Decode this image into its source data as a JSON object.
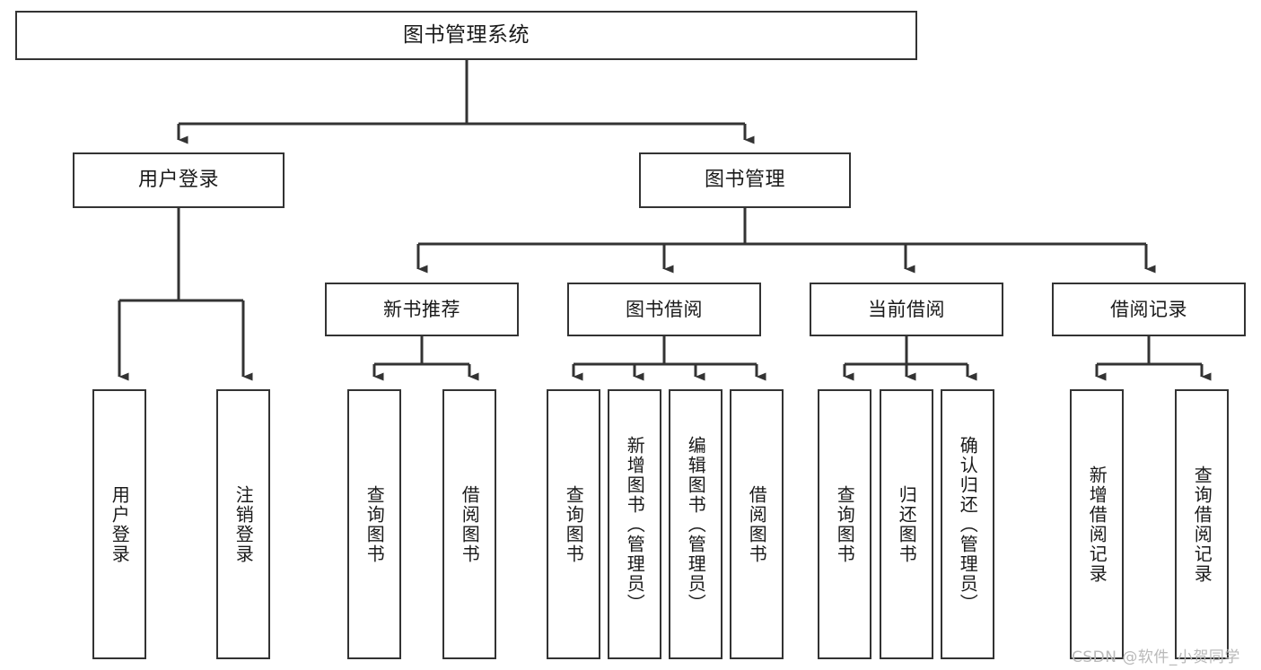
{
  "diagram": {
    "title": "图书管理系统",
    "type": "tree-hierarchy",
    "root": {
      "label": "图书管理系统"
    },
    "level2": [
      {
        "label": "用户登录"
      },
      {
        "label": "图书管理"
      }
    ],
    "level3": [
      {
        "label": "新书推荐"
      },
      {
        "label": "图书借阅"
      },
      {
        "label": "当前借阅"
      },
      {
        "label": "借阅记录"
      }
    ],
    "leaves": {
      "user_login": [
        {
          "label": "用户登录"
        },
        {
          "label": "注销登录"
        }
      ],
      "new_book_recommend": [
        {
          "label": "查询图书"
        },
        {
          "label": "借阅图书"
        }
      ],
      "book_borrow": [
        {
          "label": "查询图书"
        },
        {
          "label": "新增图书（管理员）"
        },
        {
          "label": "编辑图书（管理员）"
        },
        {
          "label": "借阅图书"
        }
      ],
      "current_borrow": [
        {
          "label": "查询图书"
        },
        {
          "label": "归还图书"
        },
        {
          "label": "确认归还（管理员）"
        }
      ],
      "borrow_record": [
        {
          "label": "新增借阅记录"
        },
        {
          "label": "查询借阅记录"
        }
      ]
    }
  },
  "watermark": {
    "text": "CSDN @软件_小贺同学"
  },
  "colors": {
    "box_border": "#333333",
    "box_fill": "#ffffff",
    "connector": "#333333",
    "text": "#1a1a1a",
    "watermark": "#b9b9b9",
    "background": "#ffffff"
  }
}
